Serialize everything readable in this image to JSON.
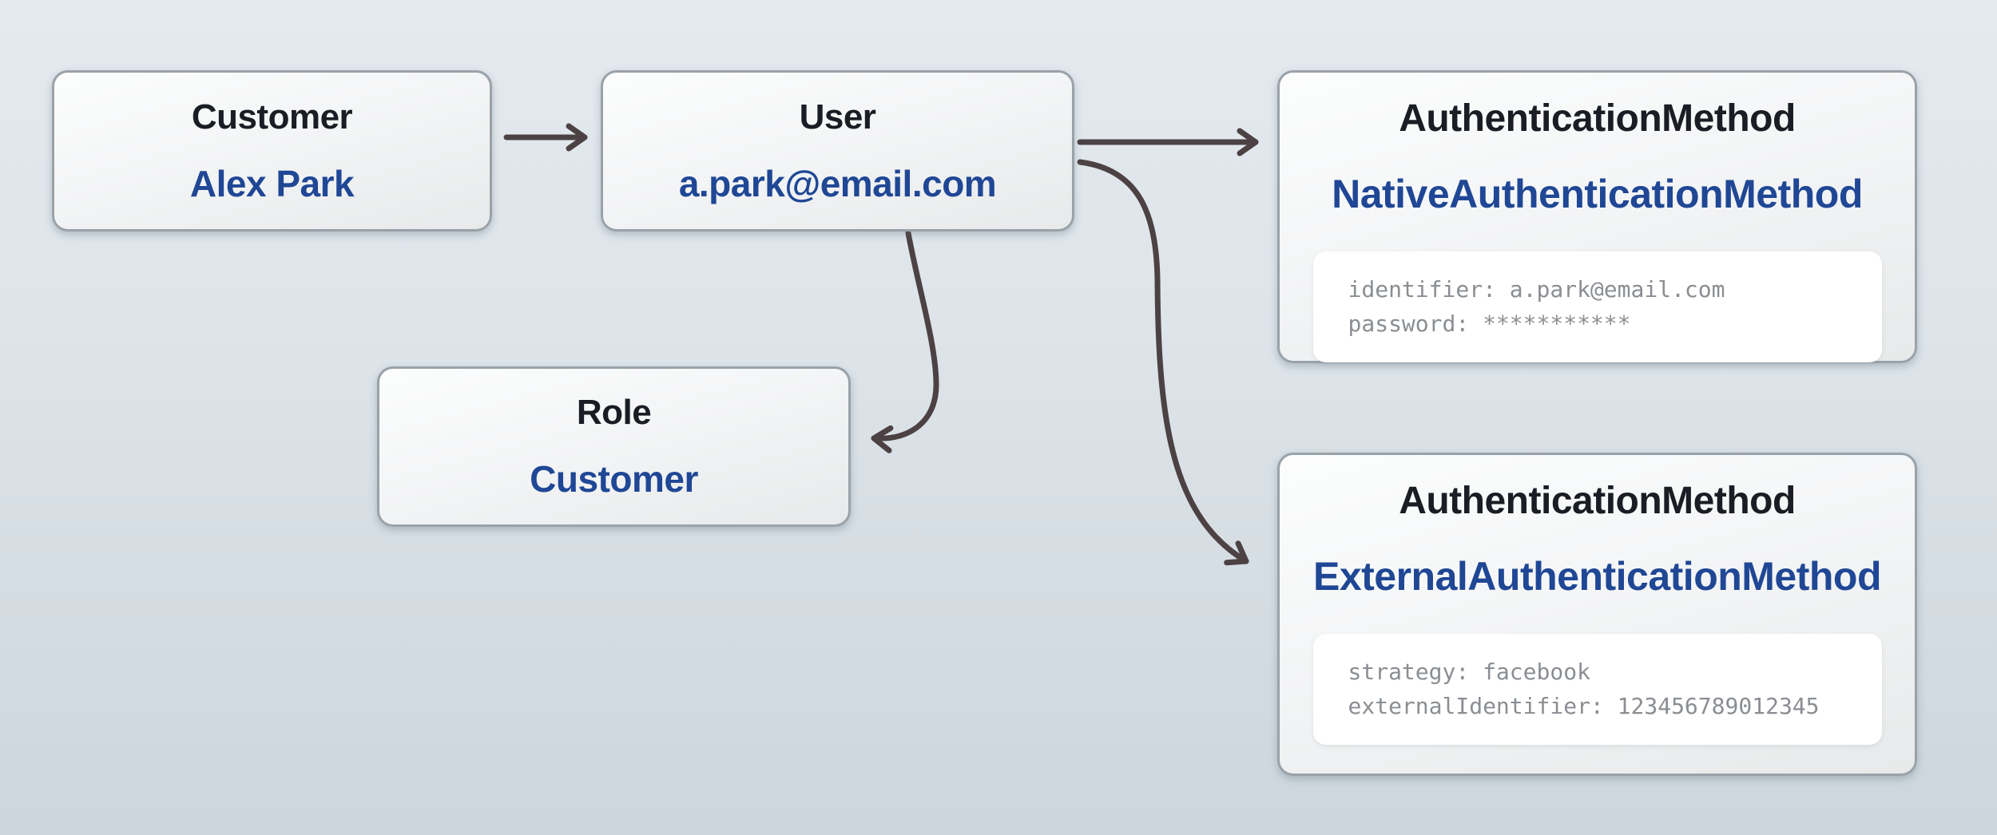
{
  "diagram": {
    "nodes": {
      "customer": {
        "title": "Customer",
        "value": "Alex Park"
      },
      "user": {
        "title": "User",
        "value": "a.park@email.com"
      },
      "role": {
        "title": "Role",
        "value": "Customer"
      },
      "native_auth": {
        "title": "AuthenticationMethod",
        "value": "NativeAuthenticationMethod",
        "attributes": [
          "identifier: a.park@email.com",
          "password: ***********"
        ]
      },
      "external_auth": {
        "title": "AuthenticationMethod",
        "value": "ExternalAuthenticationMethod",
        "attributes": [
          "strategy: facebook",
          "externalIdentifier: 123456789012345"
        ]
      }
    },
    "edges": [
      {
        "from": "customer",
        "to": "user"
      },
      {
        "from": "user",
        "to": "native_auth"
      },
      {
        "from": "user",
        "to": "external_auth"
      },
      {
        "from": "user",
        "to": "role"
      }
    ],
    "colors": {
      "background_top": "#e4eaef",
      "background_bottom": "#ccd6dc",
      "node_border": "#9aa2a9",
      "node_fill_top": "#fcfdfd",
      "node_fill_bottom": "#e7e9ea",
      "node_title": "#1a1d23",
      "accent_blue": "#1f4795",
      "attribute_text": "#8a8e92",
      "attribute_box_fill": "#ffffff",
      "arrow": "#4c4143"
    }
  }
}
